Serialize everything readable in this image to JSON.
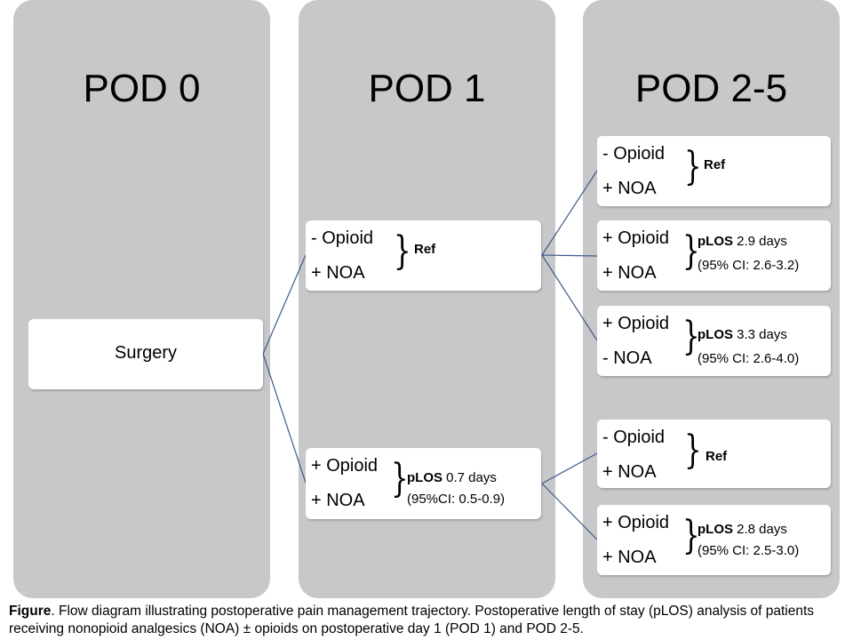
{
  "columns": [
    {
      "title": "POD 0"
    },
    {
      "title": "POD 1"
    },
    {
      "title": "POD 2-5"
    }
  ],
  "surgery": {
    "label": "Surgery"
  },
  "pod1": [
    {
      "line1": "- Opioid",
      "line2": "+ NOA",
      "ref": "Ref"
    },
    {
      "line1": "+ Opioid",
      "line2": "+ NOA",
      "plos_label": "pLOS",
      "plos_value": " 0.7 days",
      "ci": "(95%CI: 0.5-0.9)"
    }
  ],
  "pod25": [
    {
      "line1": "- Opioid",
      "line2": "+ NOA",
      "ref": "Ref"
    },
    {
      "line1": "+ Opioid",
      "line2": "+ NOA",
      "plos_label": "pLOS",
      "plos_value": " 2.9 days",
      "ci": "(95% CI: 2.6-3.2)"
    },
    {
      "line1": "+ Opioid",
      "line2": "- NOA",
      "plos_label": "pLOS",
      "plos_value": " 3.3 days",
      "ci": "(95% CI: 2.6-4.0)"
    },
    {
      "line1": "- Opioid",
      "line2": "+ NOA",
      "ref": "Ref"
    },
    {
      "line1": "+ Opioid",
      "line2": "+ NOA",
      "plos_label": "pLOS",
      "plos_value": " 2.8 days",
      "ci": "(95% CI: 2.5-3.0)"
    }
  ],
  "caption": {
    "label": "Figure",
    "text": ". Flow diagram illustrating postoperative pain management trajectory. Postoperative length of stay (pLOS) analysis of patients receiving nonopioid analgesics (NOA) ± opioids on postoperative day 1 (POD 1) and POD 2-5."
  },
  "colors": {
    "column_bg": "#c8c8ca",
    "box_bg": "#ffffff",
    "connector": "#3a5a8c"
  }
}
